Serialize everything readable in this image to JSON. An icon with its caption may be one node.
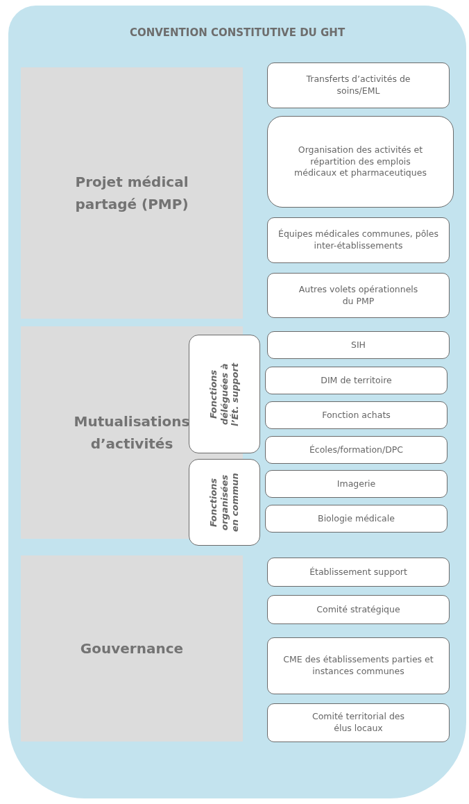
{
  "diagram": {
    "nodes": [
      {
        "text": [
          "CONVENTION CONSTITUTIVE DU GHT"
        ]
      },
      {
        "text": [
          "Projet médical partagé (PMP)"
        ],
        "in": 0
      },
      {
        "text": [
          "Transferts d’activités de soins/EML"
        ],
        "in": 0
      },
      {
        "text": [
          "Organisation des activités et répartition des emplois médicaux et pharmaceutiques"
        ],
        "in": 0
      },
      {
        "text": [
          "Équipes médicales communes, pôles inter-établissements"
        ],
        "in": 0
      },
      {
        "text": [
          "Autres volets opérationnels du PMP"
        ],
        "in": 0
      },
      {
        "text": [
          "Mutualisations d’activités"
        ],
        "in": 0
      },
      {
        "text": [
          "Fonctions déléguées à l’Ét. support"
        ],
        "in": 0
      },
      {
        "text": [
          "SIH"
        ],
        "in": 0
      },
      {
        "text": [
          "DIM de territoire"
        ],
        "in": 0
      },
      {
        "text": [
          "Fonction achats"
        ],
        "in": 0
      },
      {
        "text": [
          "Écoles/formation/DPC"
        ],
        "in": 0
      },
      {
        "text": [
          "Fonctions organisées en commun"
        ],
        "in": 0
      },
      {
        "text": [
          "Imagerie"
        ],
        "in": 0
      },
      {
        "text": [
          "Biologie médicale"
        ],
        "in": 0
      },
      {
        "text": [
          "Gouvernance"
        ],
        "in": 0
      },
      {
        "text": [
          "Établissement support"
        ],
        "in": 0
      },
      {
        "text": [
          "Comité stratégique"
        ],
        "in": 0
      },
      {
        "text": [
          "CME des établissements parties et instances communes"
        ],
        "in": 0
      },
      {
        "text": [
          "Comité territorial des élus locaux"
        ],
        "in": 0
      }
    ]
  }
}
